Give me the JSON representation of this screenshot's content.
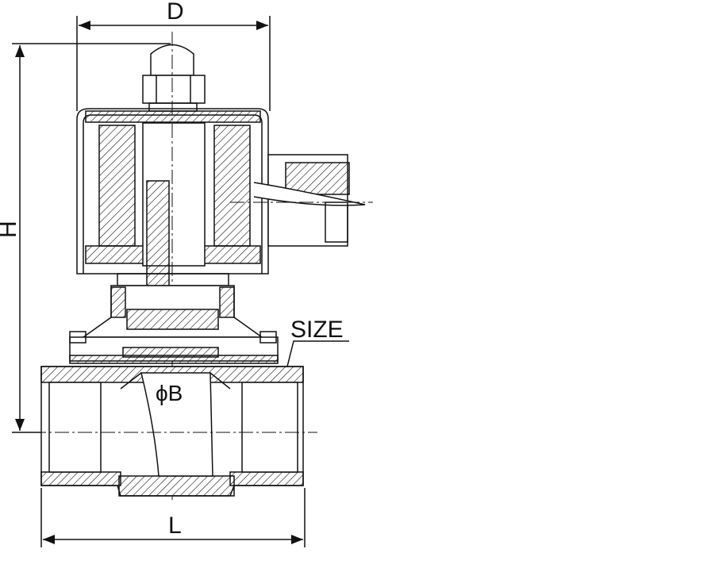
{
  "drawing": {
    "labels": {
      "diameter": "D",
      "height": "H",
      "length": "L",
      "size": "SIZE",
      "bore": "ϕB"
    },
    "line_color": "#111111"
  }
}
